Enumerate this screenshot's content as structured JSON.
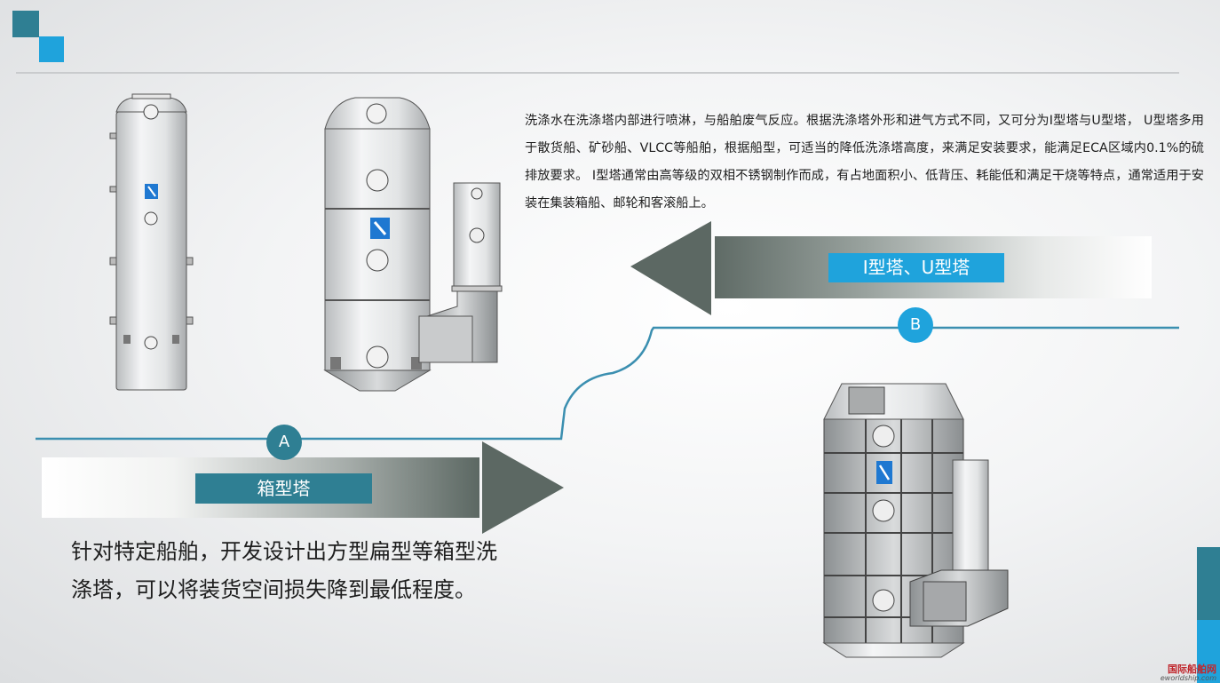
{
  "description": "洗涤水在洗涤塔内部进行喷淋，与船舶废气反应。根据洗涤塔外形和进气方式不同，又可分为I型塔与U型塔， U型塔多用于散货船、矿砂船、VLCC等船舶，根据船型，可适当的降低洗涤塔高度，来满足安装要求，能满足ECA区域内0.1%的硫排放要求。 I型塔通常由高等级的双相不锈钢制作而成，有占地面积小、低背压、耗能低和满足干烧等特点，通常适用于安装在集装箱船、邮轮和客滚船上。",
  "section_b": {
    "marker": "B",
    "label": "I型塔、U型塔"
  },
  "section_a": {
    "marker": "A",
    "label": "箱型塔",
    "body": "针对特定船舶，开发设计出方型扁型等箱型洗涤塔，可以将装货空间损失降到最低程度。"
  },
  "watermark": {
    "name": "国际船舶网",
    "url": "eworldship.com"
  },
  "colors": {
    "teal": "#2f7f93",
    "blue": "#1fa3dc",
    "arrow": "#5c6863"
  }
}
